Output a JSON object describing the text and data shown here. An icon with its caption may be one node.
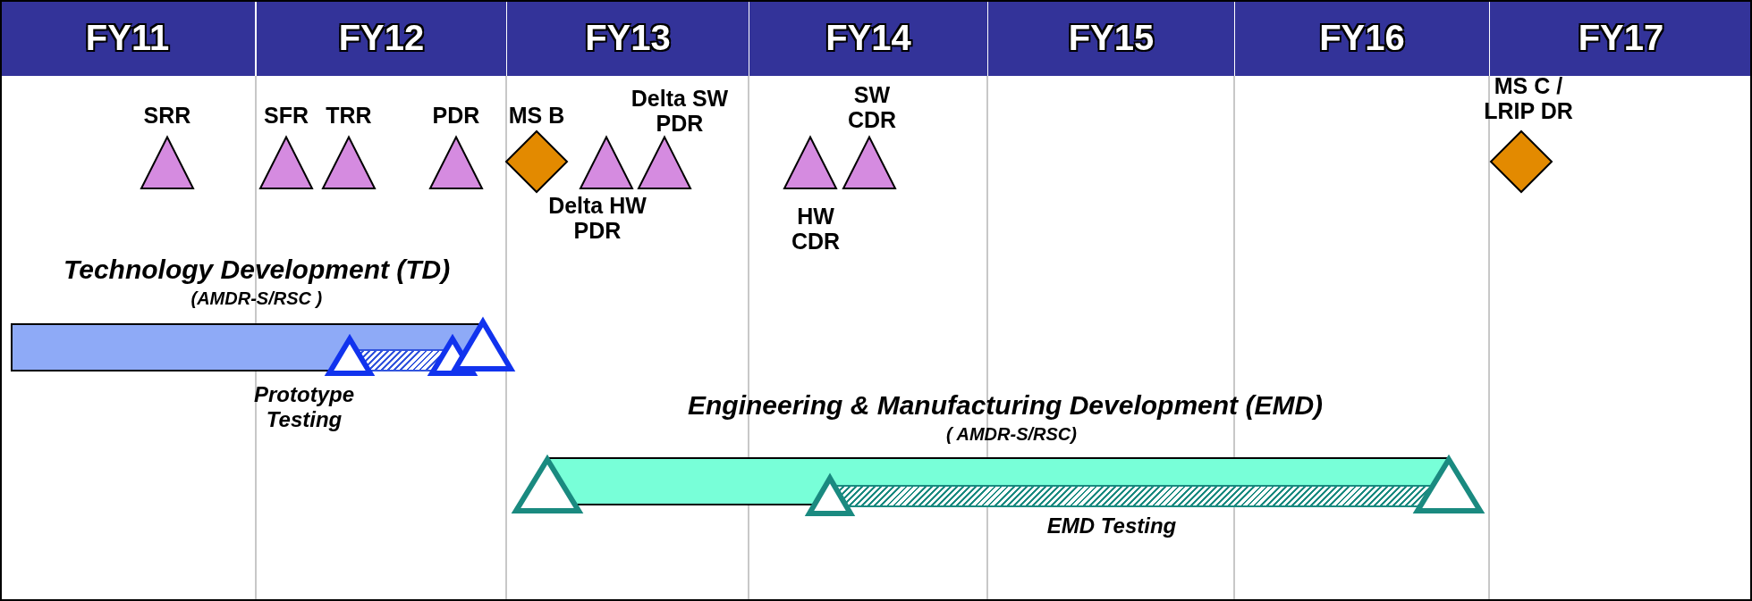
{
  "diagram": {
    "nodes": [
      {
        "text": [
          "SRR"
        ]
      },
      {
        "text": [
          "SFR"
        ]
      },
      {
        "text": [
          "TRR"
        ]
      },
      {
        "text": [
          "PDR"
        ]
      },
      {
        "text": [
          "MS B"
        ]
      },
      {
        "text": [
          "Delta HW PDR"
        ]
      },
      {
        "text": [
          "Delta SW PDR"
        ]
      },
      {
        "text": [
          "HW CDR"
        ]
      },
      {
        "text": [
          "SW CDR"
        ]
      },
      {
        "text": [
          "MS C / LRIP DR"
        ]
      },
      {
        "text": [
          "Technology Development (TD)",
          "(AMDR-S/RSC )"
        ]
      },
      {
        "text": [
          "Prototype Testing"
        ],
        "in": 10
      },
      {
        "text": [
          "Engineering & Manufacturing Development (EMD)",
          "( AMDR-S/RSC)"
        ]
      },
      {
        "text": [
          "EMD Testing"
        ],
        "in": 12
      },
      {
        "text": [],
        "shape": "triangle",
        "in": 10
      },
      {
        "text": [],
        "shape": "triangle",
        "in": 10
      },
      {
        "text": [],
        "shape": "triangle"
      },
      {
        "text": [],
        "shape": "triangle"
      },
      {
        "text": [],
        "shape": "triangle",
        "in": 12
      },
      {
        "text": [],
        "shape": "triangle"
      }
    ],
    "labels": [
      "FY11",
      "FY12",
      "FY13",
      "FY14",
      "FY15",
      "FY16",
      "FY17"
    ]
  }
}
